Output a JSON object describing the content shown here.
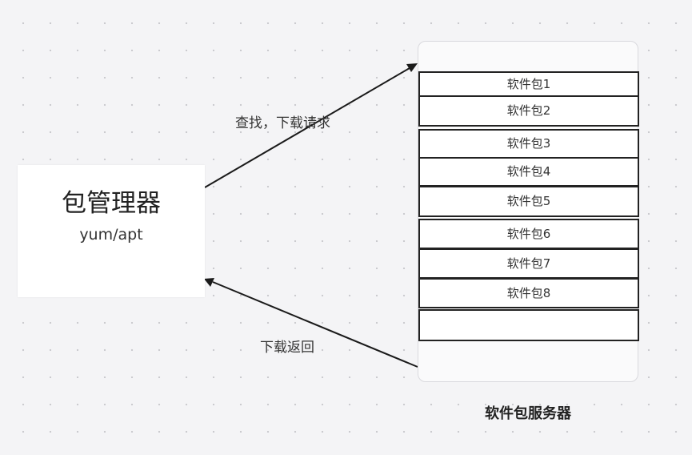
{
  "manager": {
    "title": "包管理器",
    "subtitle": "yum/apt"
  },
  "edges": {
    "request_label": "查找，下载请求",
    "return_label": "下载返回"
  },
  "server": {
    "caption": "软件包服务器",
    "packages": [
      "软件包1",
      "软件包2",
      "软件包3",
      "软件包4",
      "软件包5",
      "软件包6",
      "软件包7",
      "软件包8",
      ""
    ]
  }
}
